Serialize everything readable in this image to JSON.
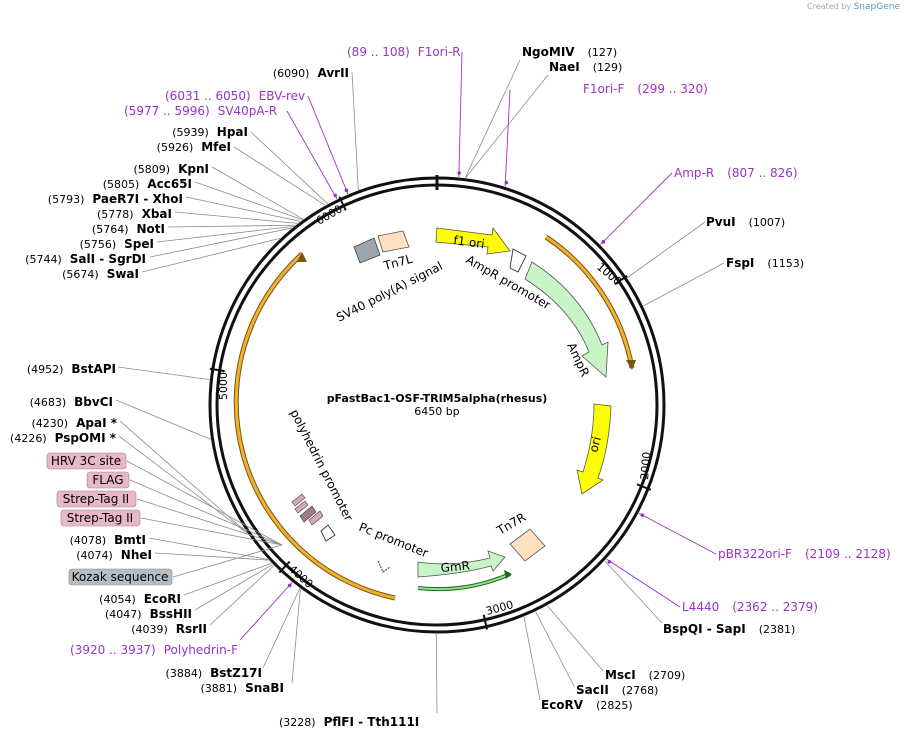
{
  "watermark": {
    "prefix": "Created by",
    "brand": "SnapGene"
  },
  "map": {
    "name": "pFastBac1-OSF-TRIM5alpha(rhesus)",
    "length": "6450 bp",
    "ticks": [
      "1000",
      "2000",
      "3000",
      "4000",
      "5000",
      "6000"
    ]
  },
  "sites": [
    {
      "enzyme": "NgoMIV",
      "pos": "(127)"
    },
    {
      "enzyme": "NaeI",
      "pos": "(129)"
    },
    {
      "enzyme": "PvuI",
      "pos": "(1007)"
    },
    {
      "enzyme": "FspI",
      "pos": "(1153)"
    },
    {
      "enzyme": "BspQI",
      "alias": "SapI",
      "pos": "(2381)"
    },
    {
      "enzyme": "MscI",
      "pos": "(2709)"
    },
    {
      "enzyme": "SacII",
      "pos": "(2768)"
    },
    {
      "enzyme": "EcoRV",
      "pos": "(2825)"
    },
    {
      "enzyme": "PflFI",
      "alias": "Tth111I",
      "pos": "(3228)"
    },
    {
      "enzyme": "SnaBI",
      "pos": "(3881)"
    },
    {
      "enzyme": "BstZ17I",
      "pos": "(3884)"
    },
    {
      "enzyme": "RsrII",
      "pos": "(4039)"
    },
    {
      "enzyme": "BssHII",
      "pos": "(4047)"
    },
    {
      "enzyme": "EcoRI",
      "pos": "(4054)"
    },
    {
      "enzyme": "NheI",
      "pos": "(4074)"
    },
    {
      "enzyme": "BmtI",
      "pos": "(4078)"
    },
    {
      "enzyme": "PspOMI *",
      "pos": "(4226)"
    },
    {
      "enzyme": "ApaI *",
      "pos": "(4230)"
    },
    {
      "enzyme": "BbvCI",
      "pos": "(4683)"
    },
    {
      "enzyme": "BstAPI",
      "pos": "(4952)"
    },
    {
      "enzyme": "SwaI",
      "pos": "(5674)"
    },
    {
      "enzyme": "SalI",
      "alias": "SgrDI",
      "pos": "(5744)"
    },
    {
      "enzyme": "SpeI",
      "pos": "(5756)"
    },
    {
      "enzyme": "NotI",
      "pos": "(5764)"
    },
    {
      "enzyme": "XbaI",
      "pos": "(5778)"
    },
    {
      "enzyme": "PaeR7I",
      "alias": "XhoI",
      "pos": "(5793)"
    },
    {
      "enzyme": "Acc65I",
      "pos": "(5805)"
    },
    {
      "enzyme": "KpnI",
      "pos": "(5809)"
    },
    {
      "enzyme": "MfeI",
      "pos": "(5926)"
    },
    {
      "enzyme": "HpaI",
      "pos": "(5939)"
    },
    {
      "enzyme": "AvrII",
      "pos": "(6090)"
    }
  ],
  "primers": [
    {
      "name": "F1ori-R",
      "range": "(89 .. 108)"
    },
    {
      "name": "F1ori-F",
      "range": "(299 .. 320)"
    },
    {
      "name": "Amp-R",
      "range": "(807 .. 826)"
    },
    {
      "name": "pBR322ori-F",
      "range": "(2109 .. 2128)"
    },
    {
      "name": "L4440",
      "range": "(2362 .. 2379)"
    },
    {
      "name": "Polyhedrin-F",
      "range": "(3920 .. 3937)"
    },
    {
      "name": "SV40pA-R",
      "range": "(5977 .. 5996)"
    },
    {
      "name": "EBV-rev",
      "range": "(6031 .. 6050)"
    }
  ],
  "features": {
    "f1_ori": "f1 ori",
    "ampr_promoter": "AmpR promoter",
    "ampr": "AmpR",
    "ori": "ori",
    "tn7r": "Tn7R",
    "gmr": "GmR",
    "pc_promoter": "Pc promoter",
    "polyhedrin_promoter": "polyhedrin promoter",
    "sv40_polya": "SV40 poly(A) signal",
    "tn7l": "Tn7L"
  },
  "boxed_labels": [
    "HRV 3C site",
    "FLAG",
    "Strep-Tag II",
    "Strep-Tag II",
    "Kozak sequence"
  ],
  "colors": {
    "backbone": "#111111",
    "yellow_feature": "#ffff00",
    "green_feature": "#c8f5c8",
    "tan_feature": "#ffe0c0",
    "primer": "#9a32c8",
    "orf_arc": "#e8a020",
    "boxed_pink": "#e8b8c8",
    "boxed_gray": "#b4bcc4"
  }
}
